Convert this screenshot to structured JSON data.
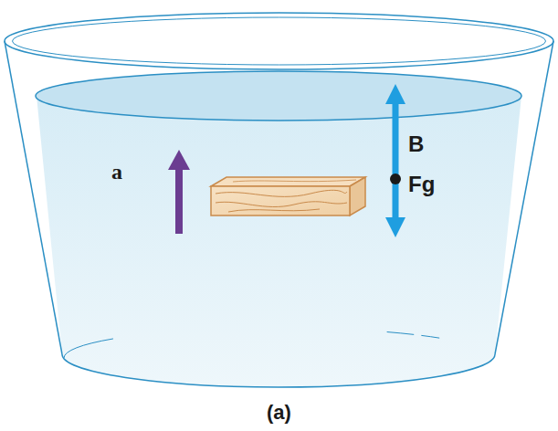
{
  "diagram": {
    "caption": "(a)",
    "labels": [
      "a",
      "B",
      "Fg"
    ]
  }
}
